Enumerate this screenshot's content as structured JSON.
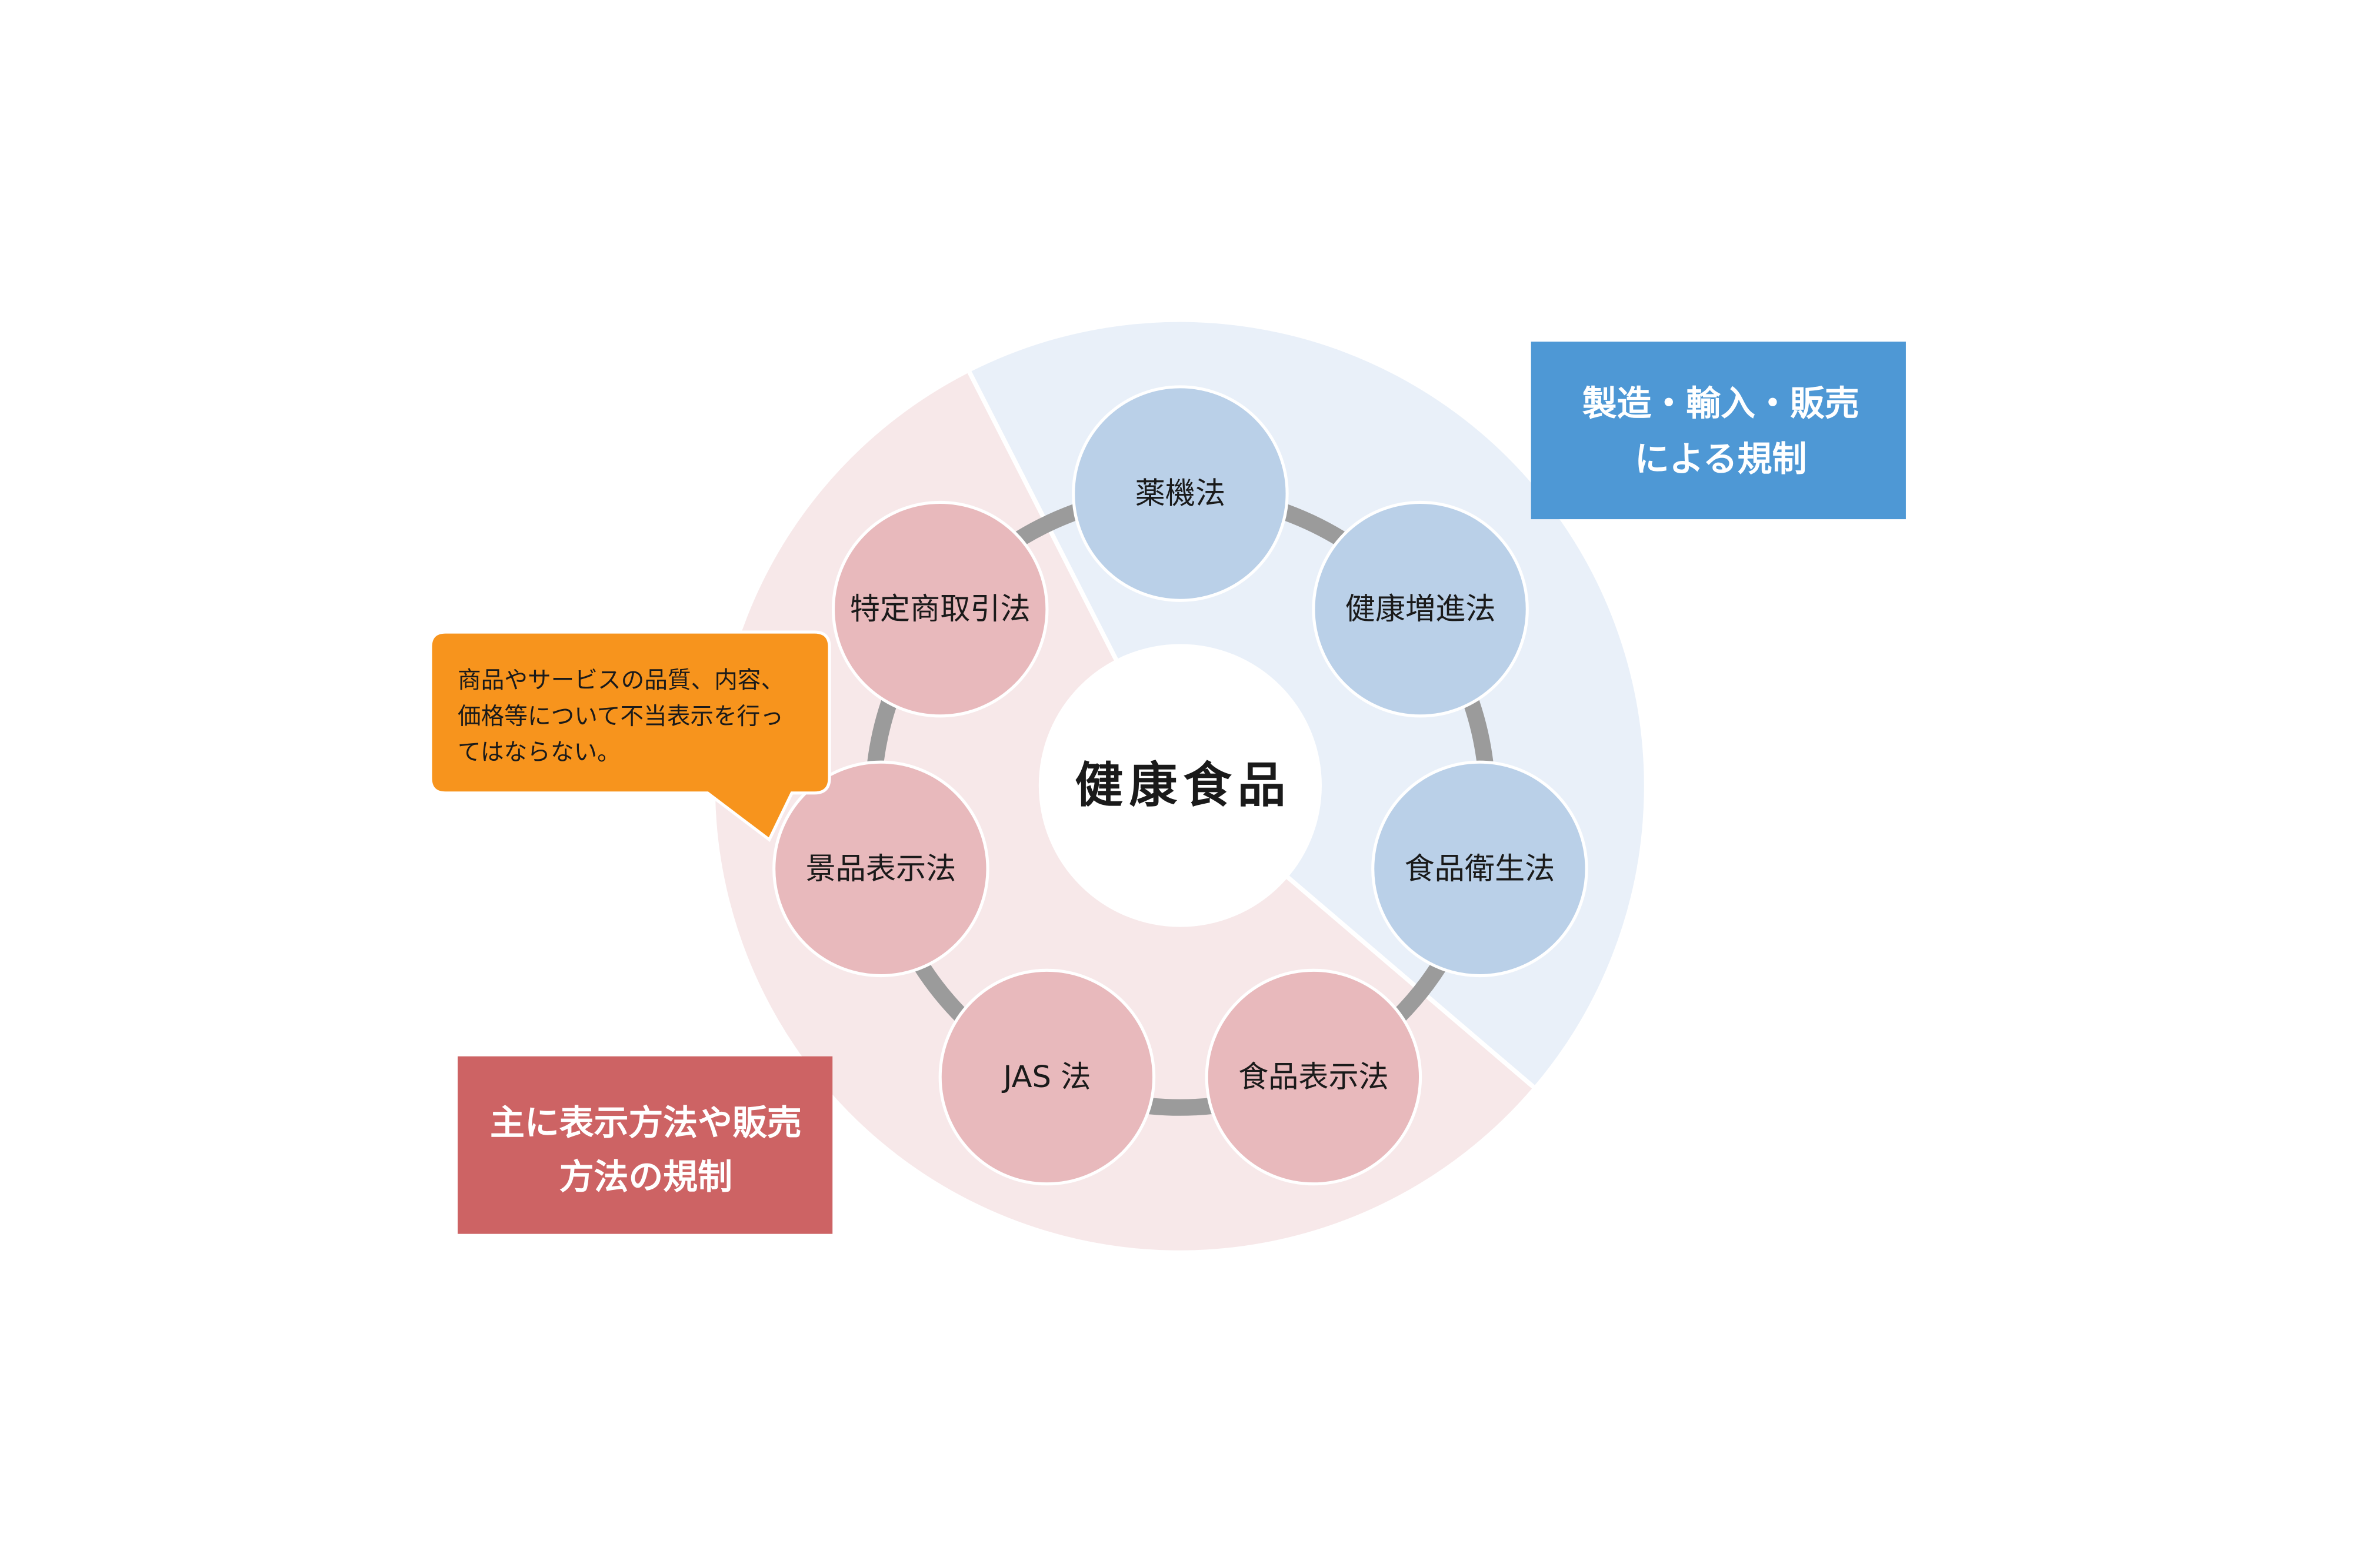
{
  "center_label": "健康食品",
  "groups": {
    "manufacturing": {
      "label_lines": [
        "製造・輸入・販売",
        "による規制"
      ],
      "laws": [
        "薬機法",
        "健康増進法",
        "食品衛生法"
      ],
      "label_color": "#4e98d5",
      "sector_color": "#e9f0f9",
      "node_color": "#bad0e8"
    },
    "labeling": {
      "label_lines": [
        "主に表示方法や販売",
        "方法の規制"
      ],
      "laws": [
        "食品表示法",
        "JAS 法",
        "景品表示法",
        "特定商取引法"
      ],
      "label_color": "#cd6364",
      "sector_color": "#f7e8e9",
      "node_color": "#e8b9bc"
    }
  },
  "callout": {
    "lines": [
      "商品やサービスの品質、内容、",
      "価格等について不当表示を行っ",
      "てはならない。"
    ],
    "color": "#f7941d"
  },
  "colors": {
    "ring": "#9b9b9b",
    "center": "#ffffff"
  }
}
